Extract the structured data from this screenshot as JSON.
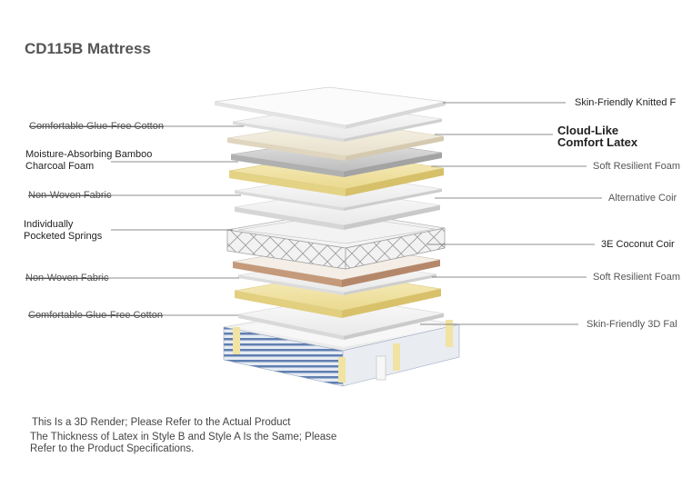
{
  "title": "CD115B Mattress",
  "left_labels": [
    {
      "id": "l1",
      "lines": [
        "Comfortable Glue-Free Cotton"
      ]
    },
    {
      "id": "l2",
      "lines": [
        "Moisture-Absorbing Bamboo",
        "Charcoal Foam"
      ]
    },
    {
      "id": "l3",
      "lines": [
        "Non-Woven Fabric"
      ]
    },
    {
      "id": "l4",
      "lines": [
        "Individually",
        "Pocketed Springs"
      ]
    },
    {
      "id": "l5",
      "lines": [
        "Non-Woven Fabric"
      ]
    },
    {
      "id": "l6",
      "lines": [
        "Comfortable Glue-Free Cotton"
      ]
    }
  ],
  "right_labels": [
    {
      "id": "r1",
      "lines": [
        "Skin-Friendly Knitted F"
      ]
    },
    {
      "id": "r2",
      "lines": [
        "Cloud-Like",
        "Comfort Latex"
      ]
    },
    {
      "id": "r3",
      "lines": [
        "Soft Resilient Foam"
      ]
    },
    {
      "id": "r4",
      "lines": [
        "Alternative Coir"
      ]
    },
    {
      "id": "r5",
      "lines": [
        "3E Coconut Coir"
      ]
    },
    {
      "id": "r6",
      "lines": [
        "Soft Resilient Foam"
      ]
    },
    {
      "id": "r7",
      "lines": [
        "Skin-Friendly 3D Fal"
      ]
    }
  ],
  "notes": [
    "This Is a 3D Render; Please Refer to the Actual Product",
    "The Thickness of Latex in Style B and Style A Is the Same; Please",
    "Refer to the Product Specifications."
  ],
  "colors": {
    "white_layer": "#f6f6f6",
    "cream_layer": "#f1ecdd",
    "yellow_layer": "#f3e7ad",
    "gray_layer": "#d9d9d9",
    "brown_layer": "#c49a7a",
    "blue_border": "#5f7fb0",
    "leader_line": "#666666"
  }
}
